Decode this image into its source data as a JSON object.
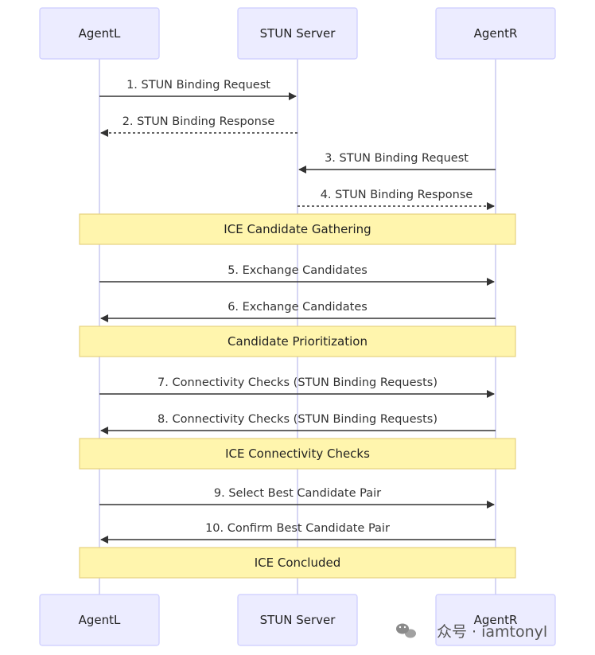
{
  "actors": [
    {
      "id": "L",
      "label": "AgentL"
    },
    {
      "id": "S",
      "label": "STUN Server"
    },
    {
      "id": "R",
      "label": "AgentR"
    }
  ],
  "sequence": [
    {
      "kind": "message",
      "from": "L",
      "to": "S",
      "style": "solid",
      "label": "1. STUN Binding Request"
    },
    {
      "kind": "message",
      "from": "S",
      "to": "L",
      "style": "dashed",
      "label": "2. STUN Binding Response"
    },
    {
      "kind": "message",
      "from": "R",
      "to": "S",
      "style": "solid",
      "label": "3. STUN Binding Request"
    },
    {
      "kind": "message",
      "from": "S",
      "to": "R",
      "style": "dashed",
      "label": "4. STUN Binding Response"
    },
    {
      "kind": "note",
      "over": [
        "L",
        "R"
      ],
      "label": "ICE Candidate Gathering"
    },
    {
      "kind": "message",
      "from": "L",
      "to": "R",
      "style": "solid",
      "label": "5. Exchange Candidates"
    },
    {
      "kind": "message",
      "from": "R",
      "to": "L",
      "style": "solid",
      "label": "6. Exchange Candidates"
    },
    {
      "kind": "note",
      "over": [
        "L",
        "R"
      ],
      "label": "Candidate Prioritization"
    },
    {
      "kind": "message",
      "from": "L",
      "to": "R",
      "style": "solid",
      "label": "7. Connectivity Checks (STUN Binding Requests)"
    },
    {
      "kind": "message",
      "from": "R",
      "to": "L",
      "style": "solid",
      "label": "8. Connectivity Checks (STUN Binding Requests)"
    },
    {
      "kind": "note",
      "over": [
        "L",
        "R"
      ],
      "label": "ICE Connectivity Checks"
    },
    {
      "kind": "message",
      "from": "L",
      "to": "R",
      "style": "solid",
      "label": "9. Select Best Candidate Pair"
    },
    {
      "kind": "message",
      "from": "R",
      "to": "L",
      "style": "solid",
      "label": "10. Confirm Best Candidate Pair"
    },
    {
      "kind": "note",
      "over": [
        "L",
        "R"
      ],
      "label": "ICE Concluded"
    }
  ],
  "watermark": {
    "text": "众号 · iamtonyl",
    "icon": "wechat-icon"
  }
}
